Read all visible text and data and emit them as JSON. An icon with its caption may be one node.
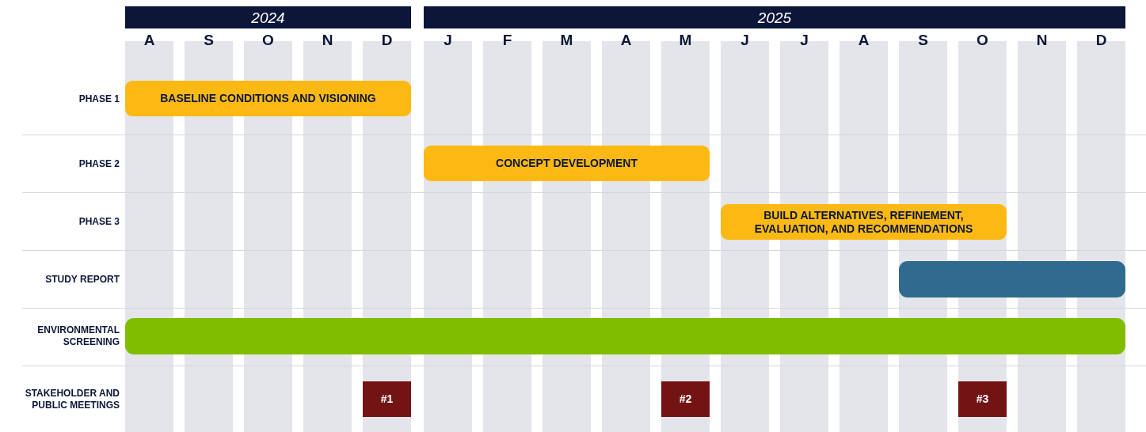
{
  "diagram": {
    "nodes": [
      {
        "text": [
          "2024"
        ]
      },
      {
        "text": [
          "2025"
        ]
      },
      {
        "text": [
          "BASELINE CONDITIONS AND VISIONING"
        ]
      },
      {
        "text": [
          "CONCEPT DEVELOPMENT"
        ]
      },
      {
        "text": [
          "BUILD ALTERNATIVES, REFINEMENT, EVALUATION, AND RECOMMENDATIONS"
        ]
      },
      {
        "text": [],
        "shape": "bar"
      },
      {
        "text": [],
        "shape": "bar"
      },
      {
        "text": [
          "#1"
        ]
      },
      {
        "text": [
          "#2"
        ]
      },
      {
        "text": [
          "#3"
        ]
      }
    ],
    "edges": [],
    "labels": [
      "A",
      "S",
      "O",
      "N",
      "D",
      "J",
      "F",
      "M",
      "A",
      "M",
      "J",
      "J",
      "A",
      "S",
      "O",
      "N",
      "D",
      "PHASE 1",
      "PHASE 2",
      "PHASE 3",
      "STUDY REPORT",
      "ENVIRONMENTAL SCREENING",
      "STAKEHOLDER AND PUBLIC MEETINGS"
    ]
  }
}
